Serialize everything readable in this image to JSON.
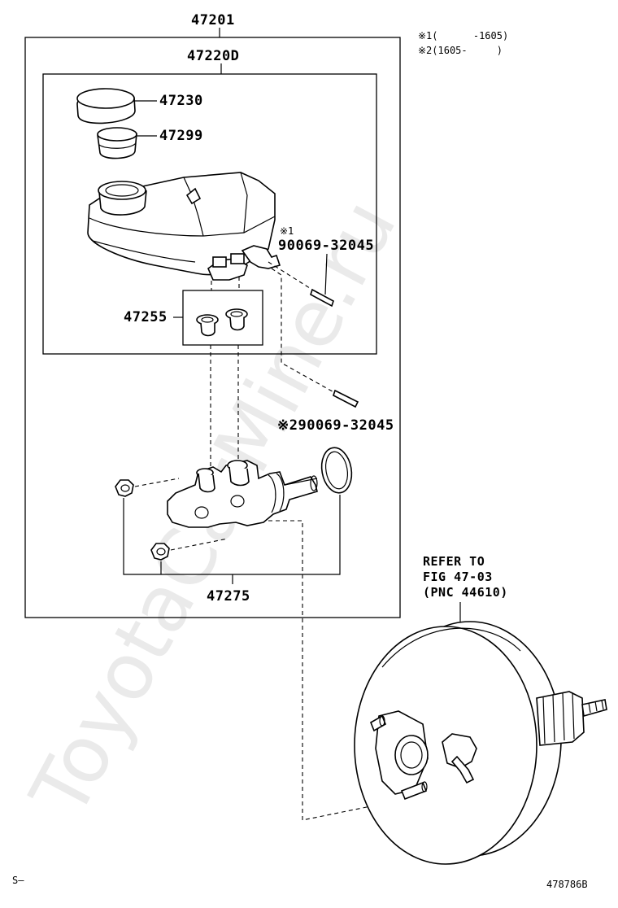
{
  "labels": {
    "assembly": "47201",
    "reservoir_assy": "47220D",
    "cap": "47230",
    "strainer": "47299",
    "grommets": "47255",
    "pin_1": "90069-32045",
    "pin_1_mark": "※1",
    "pin_2": "※290069-32045",
    "kit": "47275"
  },
  "notes": {
    "note_1": "※1(      -1605)",
    "note_2": "※2(1605-     )"
  },
  "reference": {
    "line1": "REFER TO",
    "line2": "FIG 47-03",
    "line3": "(PNC 44610)"
  },
  "footer": {
    "left": "S–",
    "right": "478786B"
  },
  "watermark": "ToyotaCarMine.ru"
}
